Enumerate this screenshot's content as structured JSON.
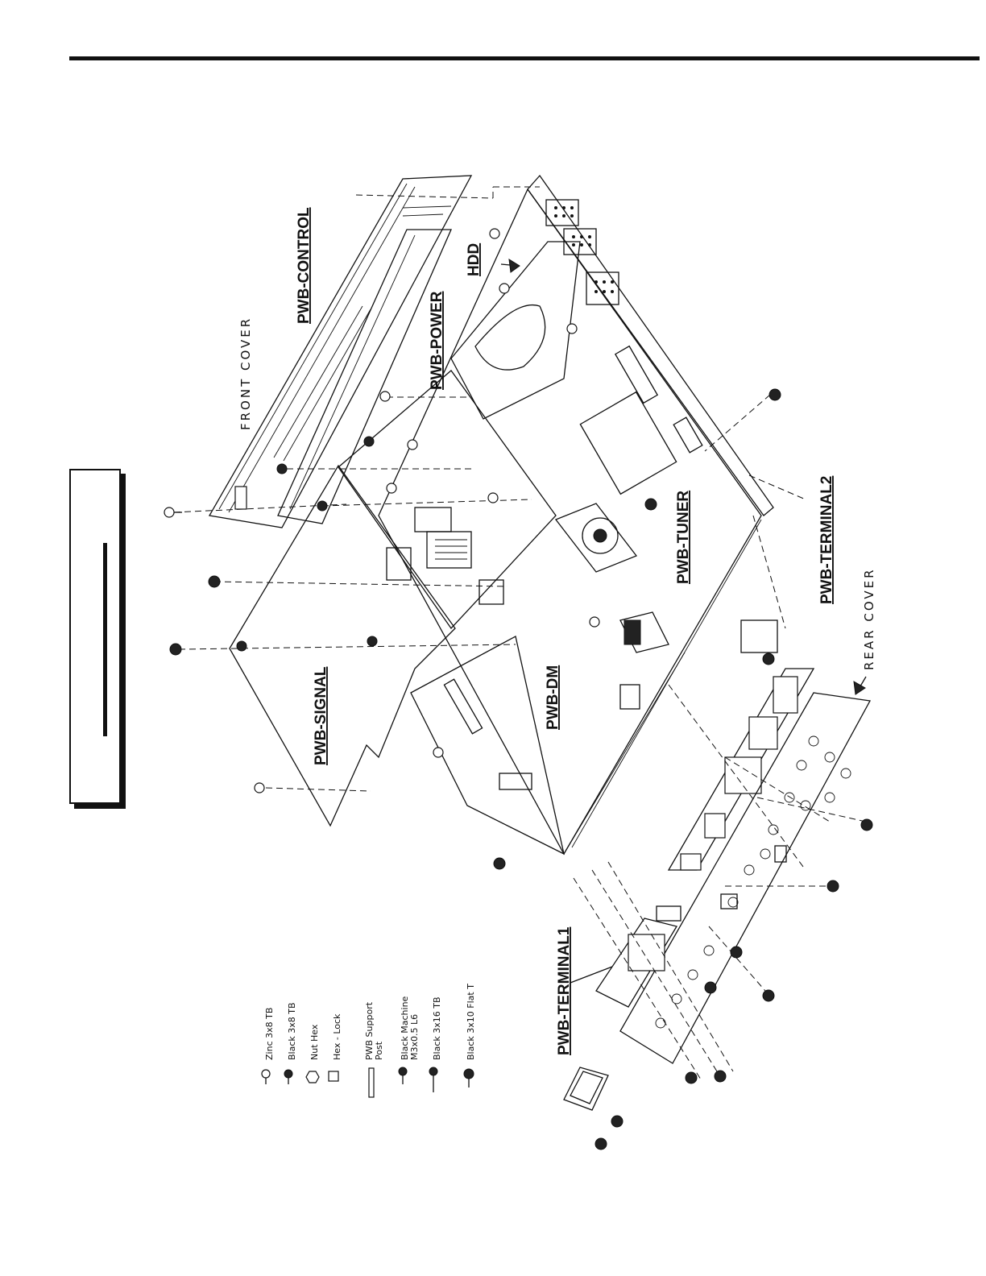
{
  "labels": {
    "front_cover": "FRONT COVER",
    "rear_cover": "REAR COVER",
    "pwb_control": "PWB-CONTROL",
    "hdd": "HDD",
    "pwb_power": "PWB-POWER",
    "pwb_tuner": "PWB-TUNER",
    "pwb_terminal2": "PWB-TERMINAL2",
    "pwb_signal": "PWB-SIGNAL",
    "pwb_dm": "PWB-DM",
    "pwb_terminal1": "PWB-TERMINAL1"
  },
  "legend": [
    {
      "icon": "zinc-screw-icon",
      "line1": "Zinc  3x8  TB",
      "line2": ""
    },
    {
      "icon": "black-screw-icon",
      "line1": "Black  3x8  TB",
      "line2": ""
    },
    {
      "icon": "nut-hex-icon",
      "line1": "Nut Hex",
      "line2": ""
    },
    {
      "icon": "hex-lock-icon",
      "line1": "Hex  -  Lock",
      "line2": ""
    },
    {
      "icon": "support-post-icon",
      "line1": "PWB  Support",
      "line2": "Post"
    },
    {
      "icon": "machine-screw-icon",
      "line1": "Black  Machine",
      "line2": "M3x0.5  L6"
    },
    {
      "icon": "long-screw-icon",
      "line1": "Black  3x16  TB",
      "line2": ""
    },
    {
      "icon": "flat-screw-icon",
      "line1": "Black  3x10  Flat  T",
      "line2": ""
    }
  ]
}
